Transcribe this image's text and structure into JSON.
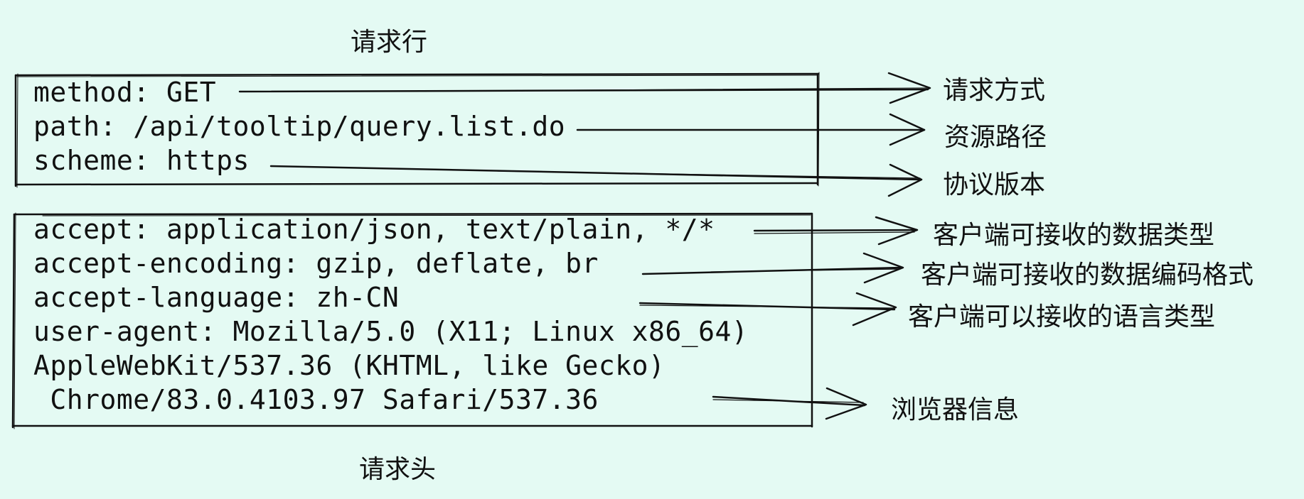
{
  "titles": {
    "request_line": "请求行",
    "request_headers": "请求头"
  },
  "request_line": {
    "lines": [
      {
        "text": "method: GET",
        "annotation": "请求方式"
      },
      {
        "text": "path: /api/tooltip/query.list.do",
        "annotation": "资源路径"
      },
      {
        "text": "scheme: https",
        "annotation": "协议版本"
      }
    ]
  },
  "request_headers": {
    "lines": [
      {
        "text": "accept: application/json, text/plain, */*",
        "annotation": "客户端可接收的数据类型"
      },
      {
        "text": "accept-encoding: gzip, deflate, br",
        "annotation": "客户端可接收的数据编码格式"
      },
      {
        "text": "accept-language: zh-CN",
        "annotation": "客户端可以接收的语言类型"
      },
      {
        "text": "user-agent: Mozilla/5.0 (X11; Linux x86_64)",
        "annotation": ""
      },
      {
        "text": "AppleWebKit/537.36 (KHTML, like Gecko)",
        "annotation": ""
      },
      {
        "text": " Chrome/83.0.4103.97 Safari/537.36",
        "annotation": "浏览器信息"
      }
    ]
  },
  "colors": {
    "background": "#e4faf3",
    "ink": "#111111"
  }
}
